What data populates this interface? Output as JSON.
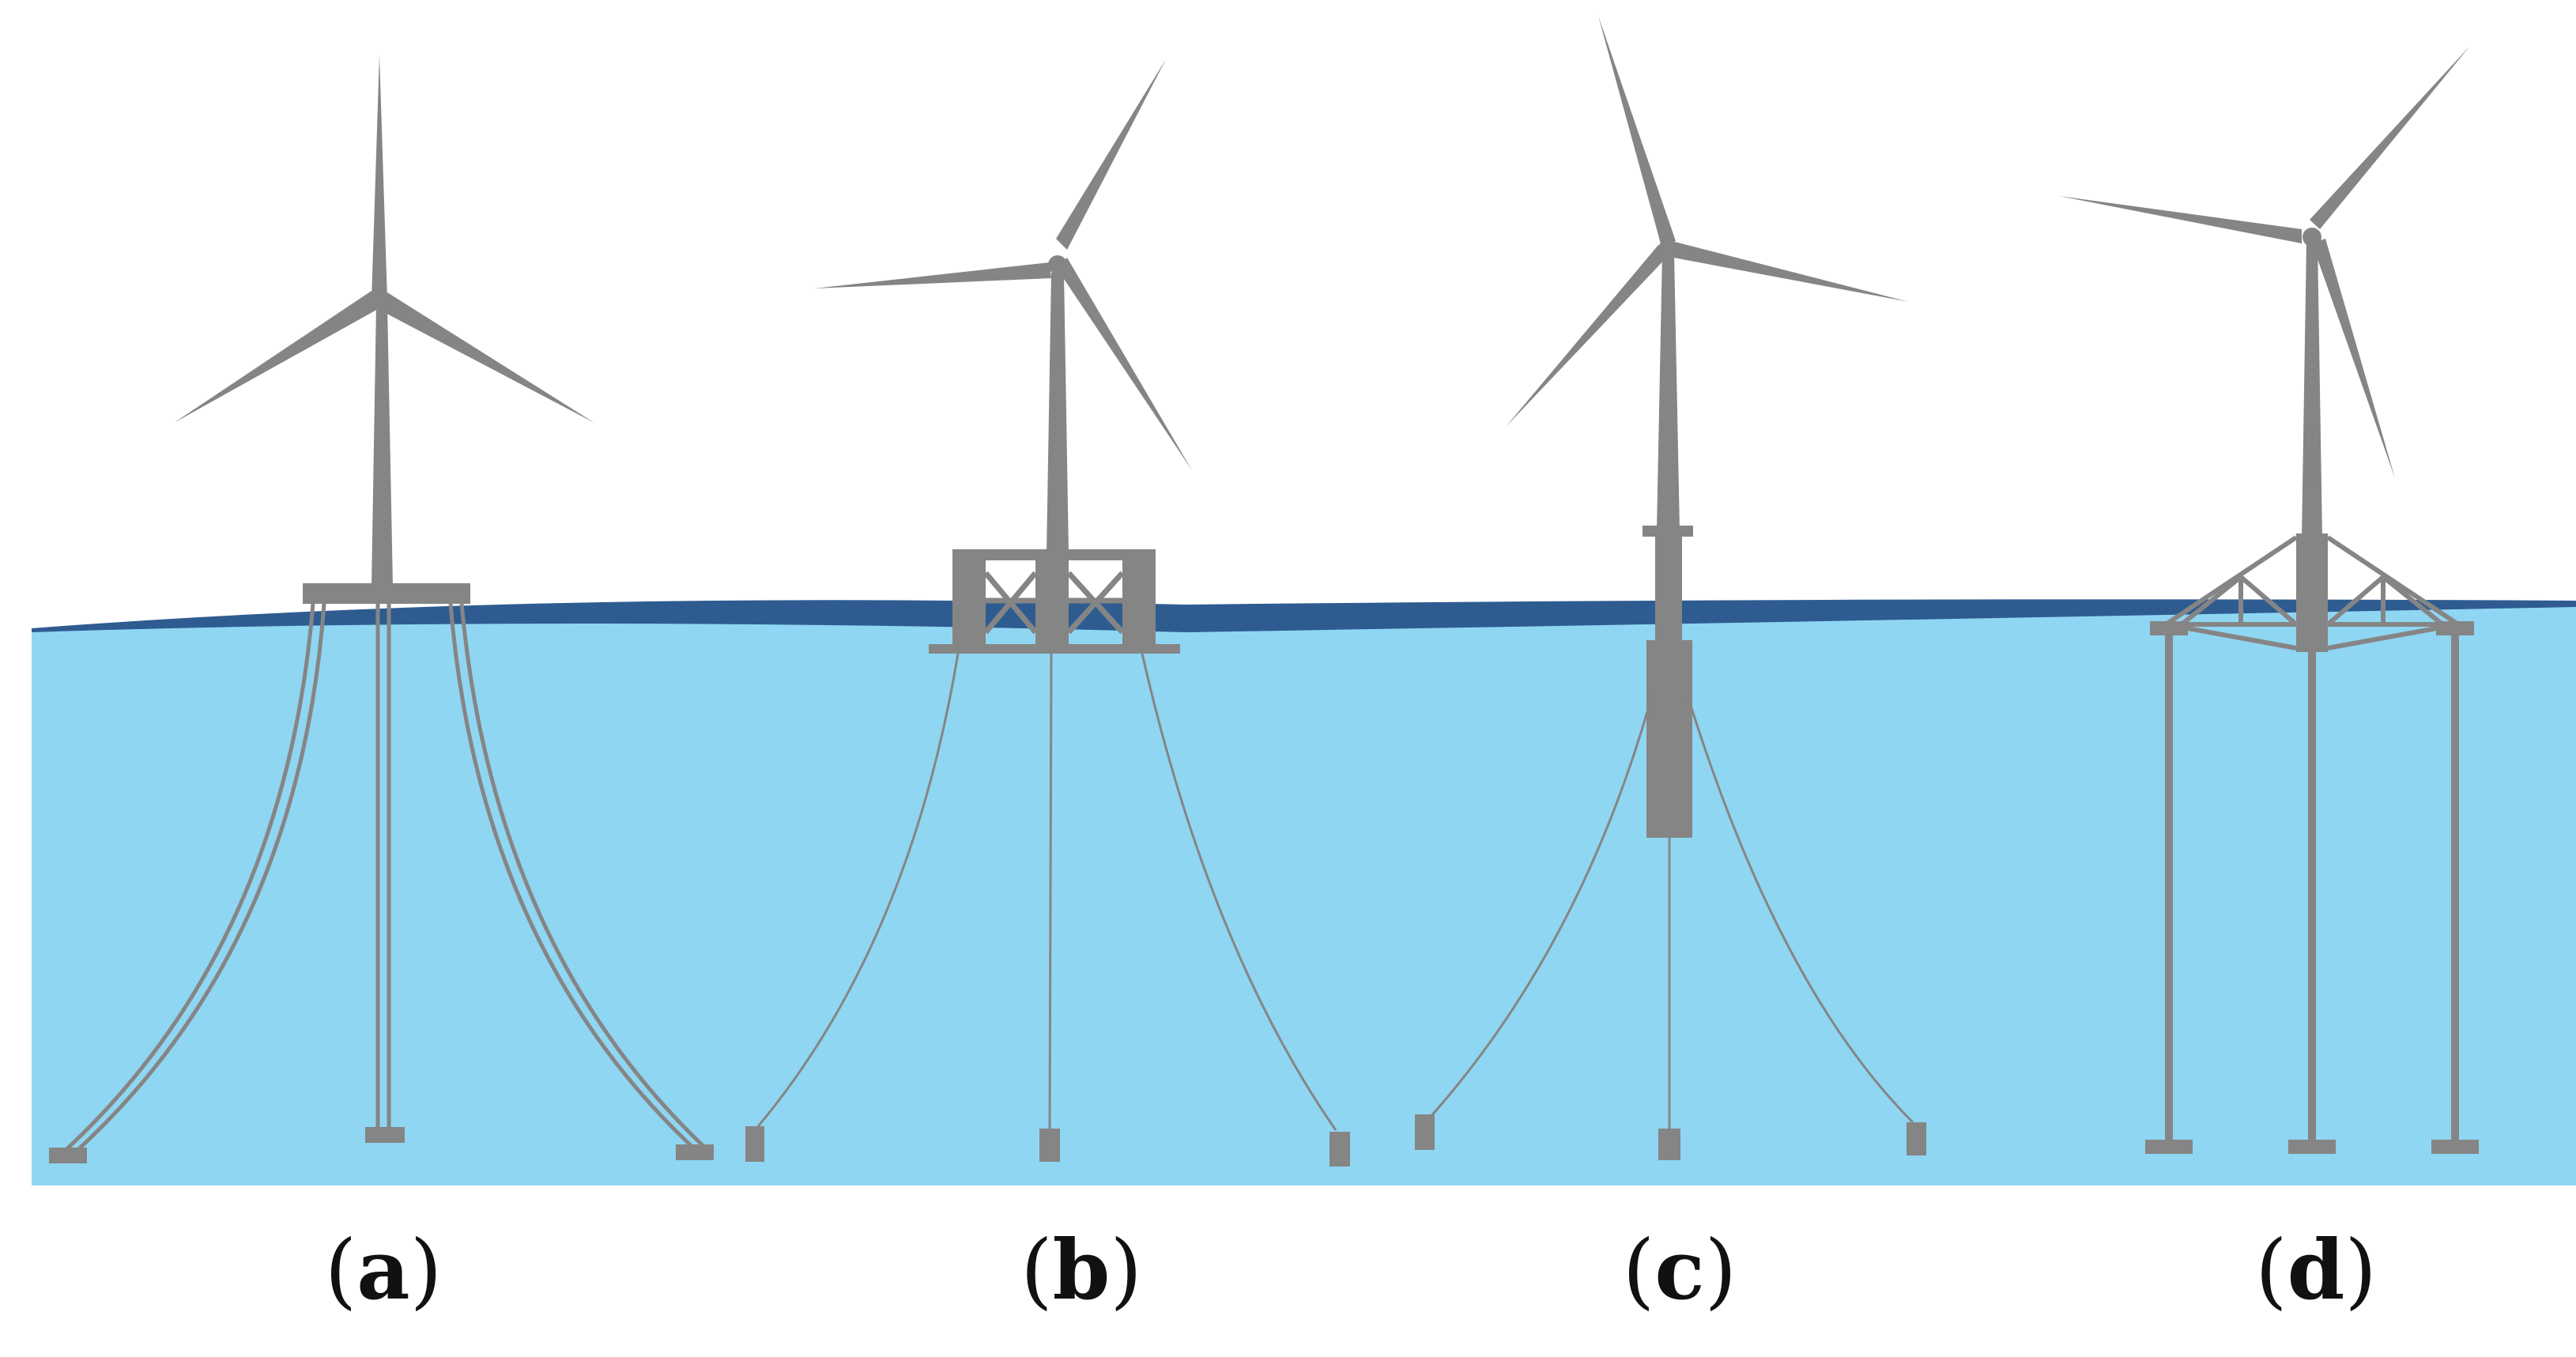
{
  "colors": {
    "structure": "#858585",
    "sea": "#8fd6f2",
    "sea_surface": "#2e5c91",
    "background": "#ffffff",
    "label": "#111111"
  },
  "panels": [
    {
      "id": "a",
      "label": "(a)"
    },
    {
      "id": "b",
      "label": "(b)"
    },
    {
      "id": "c",
      "label": "(c)"
    },
    {
      "id": "d",
      "label": "(d)"
    }
  ]
}
